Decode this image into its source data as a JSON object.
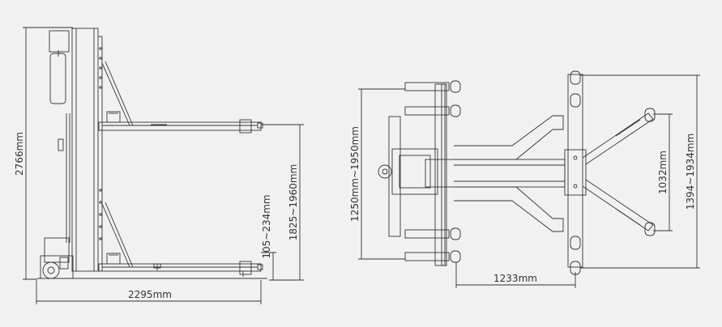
{
  "side_view": {
    "overall_height": "2766mm",
    "top_arm_height": "1825~1960mm",
    "bottom_arm_height": "105~234mm",
    "overall_length": "2295mm"
  },
  "top_view": {
    "arm_reach": "1250mm~1950mm",
    "arm_spacing": "1233mm",
    "outer_width": "1394~1934mm",
    "inner_width": "1032mm"
  },
  "colors": {
    "background": "#f1f1f1",
    "line": "#333333"
  }
}
